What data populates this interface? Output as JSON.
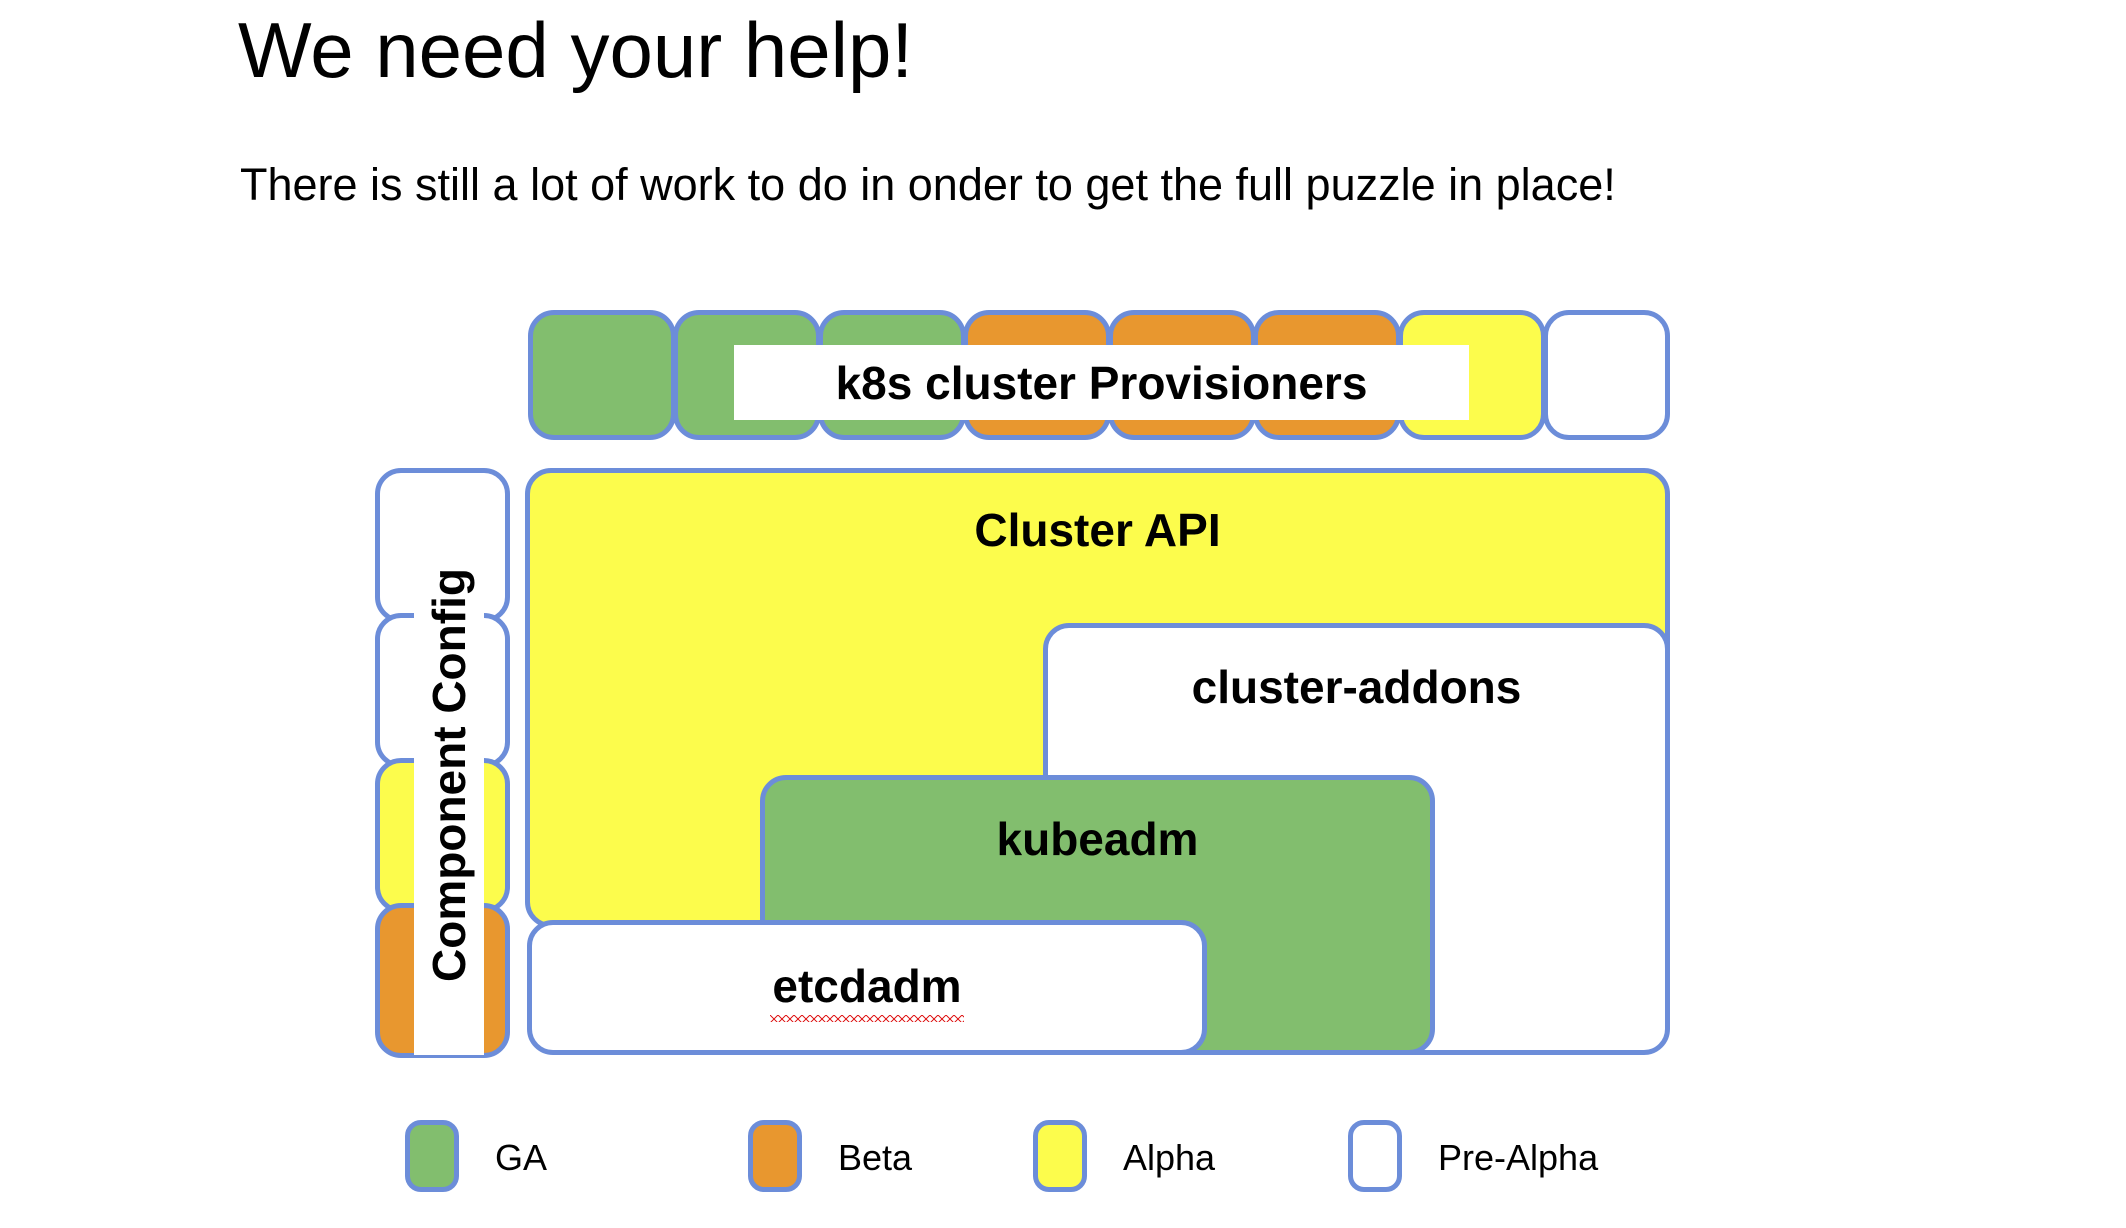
{
  "slide": {
    "title": "We need your help!",
    "subtitle": "There is still a lot of work to do in onder to get the full puzzle in place!"
  },
  "colors": {
    "ga_green": "#82be6e",
    "beta_orange": "#e8972f",
    "alpha_yellow": "#fcfc4c",
    "prealpha_white": "#ffffff",
    "border_blue": "#6c8dd9",
    "spellcheck_red": "#e02020",
    "background": "#ffffff"
  },
  "provisioners": {
    "band_label": "k8s cluster Provisioners",
    "boxes": [
      {
        "status": "GA",
        "color": "#82be6e"
      },
      {
        "status": "GA",
        "color": "#82be6e"
      },
      {
        "status": "GA",
        "color": "#82be6e"
      },
      {
        "status": "Beta",
        "color": "#e8972f"
      },
      {
        "status": "Beta",
        "color": "#e8972f"
      },
      {
        "status": "Beta",
        "color": "#e8972f"
      },
      {
        "status": "Alpha",
        "color": "#fcfc4c"
      },
      {
        "status": "Pre-Alpha",
        "color": "#ffffff"
      }
    ]
  },
  "component_config": {
    "band_label": "Component Config",
    "boxes": [
      {
        "status": "Pre-Alpha",
        "color": "#ffffff"
      },
      {
        "status": "Pre-Alpha",
        "color": "#ffffff"
      },
      {
        "status": "Alpha",
        "color": "#fcfc4c"
      },
      {
        "status": "Beta",
        "color": "#e8972f"
      }
    ]
  },
  "puzzle": {
    "cluster_api": {
      "label": "Cluster API",
      "status": "Alpha",
      "color": "#fcfc4c"
    },
    "cluster_addons": {
      "label": "cluster-addons",
      "status": "Pre-Alpha",
      "color": "#ffffff"
    },
    "kubeadm": {
      "label": "kubeadm",
      "status": "GA",
      "color": "#82be6e"
    },
    "etcdadm": {
      "label": "etcdadm",
      "status": "Pre-Alpha",
      "color": "#ffffff",
      "spellcheck_underline": true
    }
  },
  "legend": {
    "items": [
      {
        "label": "GA",
        "color": "#82be6e"
      },
      {
        "label": "Beta",
        "color": "#e8972f"
      },
      {
        "label": "Alpha",
        "color": "#fcfc4c"
      },
      {
        "label": "Pre-Alpha",
        "color": "#ffffff"
      }
    ]
  }
}
